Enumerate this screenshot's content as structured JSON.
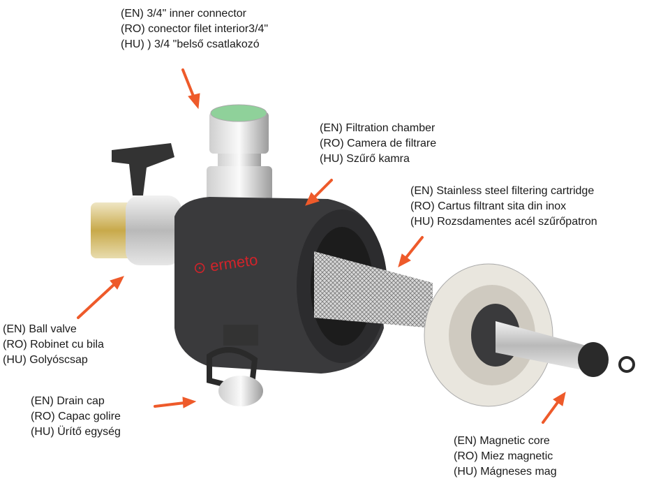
{
  "brand": "ermeto",
  "colors": {
    "arrow": "#ee5a2a",
    "body": "#3a3a3c",
    "logo": "#d2232a"
  },
  "callouts": {
    "inner_connector": {
      "en": "(EN) 3/4\" inner connector",
      "ro": "(RO) conector filet interior3/4\"",
      "hu": "(HU) ) 3/4 \"belső csatlakozó"
    },
    "filtration_chamber": {
      "en": "(EN) Filtration chamber",
      "ro": "(RO) Camera de filtrare",
      "hu": "(HU) Szűrő kamra"
    },
    "filtering_cartridge": {
      "en": "(EN) Stainless steel filtering cartridge",
      "ro": "(RO) Cartus filtrant sita din inox",
      "hu": "(HU) Rozsdamentes acél szűrőpatron"
    },
    "ball_valve": {
      "en": "(EN) Ball valve",
      "ro": "(RO) Robinet cu bila",
      "hu": "(HU) Golyóscsap"
    },
    "drain_cap": {
      "en": "(EN) Drain cap",
      "ro": "(RO) Capac golire",
      "hu": "(HU) Ürítő egység"
    },
    "magnetic_core": {
      "en": "(EN) Magnetic core",
      "ro": "(RO)  Miez magnetic",
      "hu": "(HU) Mágneses mag"
    }
  }
}
